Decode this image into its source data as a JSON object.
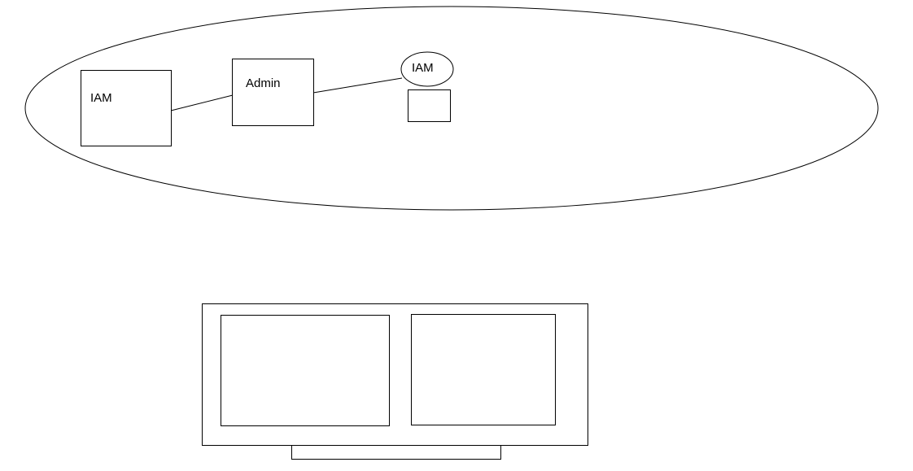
{
  "colors": {
    "stroke": "#000000",
    "fill": "#ffffff"
  },
  "nodes": {
    "iam_box_label": "IAM",
    "admin_box_label": "Admin",
    "iam_circle_label": "IAM"
  }
}
